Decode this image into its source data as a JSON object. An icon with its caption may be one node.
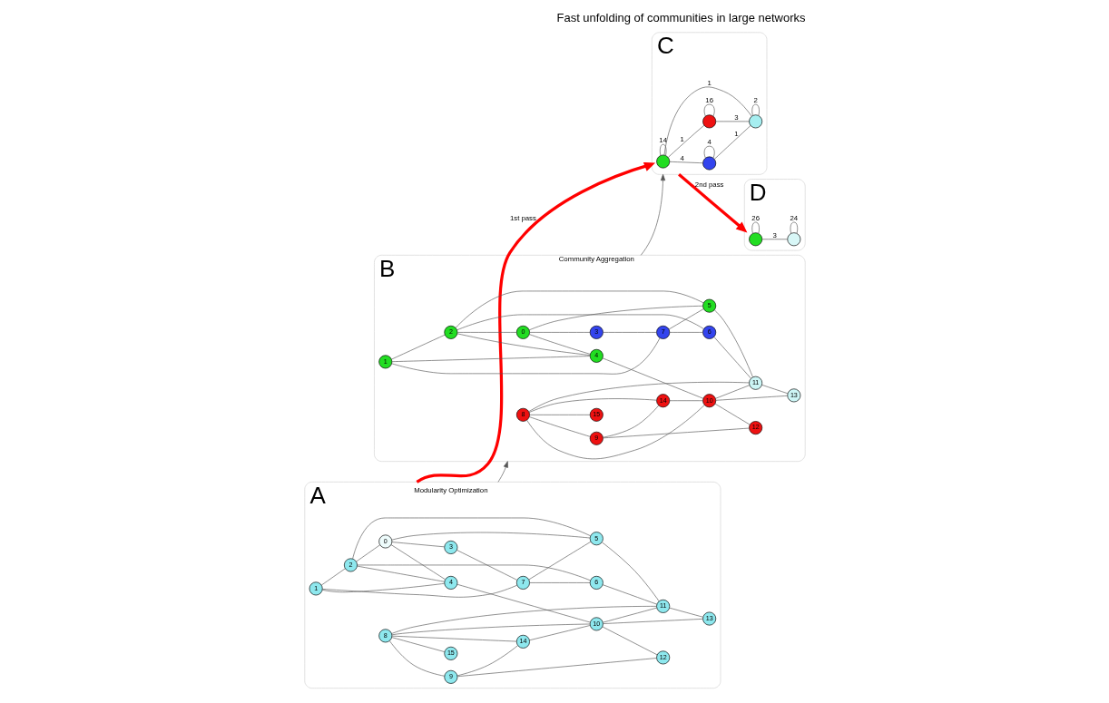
{
  "diagram": {
    "title": "Fast unfolding of communities in large networks",
    "nodes": [
      {
        "text": [
          "A"
        ]
      },
      {
        "text": [
          "0"
        ],
        "in": 0
      },
      {
        "text": [
          "1"
        ],
        "in": 0
      },
      {
        "text": [
          "2"
        ],
        "in": 0
      },
      {
        "text": [
          "3"
        ],
        "in": 0
      },
      {
        "text": [
          "4"
        ],
        "in": 0
      },
      {
        "text": [
          "5"
        ],
        "in": 0
      },
      {
        "text": [
          "6"
        ],
        "in": 0
      },
      {
        "text": [
          "7"
        ],
        "in": 0
      },
      {
        "text": [
          "8"
        ],
        "in": 0
      },
      {
        "text": [
          "9"
        ],
        "in": 0
      },
      {
        "text": [
          "10"
        ],
        "in": 0
      },
      {
        "text": [
          "11"
        ],
        "in": 0
      },
      {
        "text": [
          "12"
        ],
        "in": 0
      },
      {
        "text": [
          "13"
        ],
        "in": 0
      },
      {
        "text": [
          "14"
        ],
        "in": 0
      },
      {
        "text": [
          "15"
        ],
        "in": 0
      },
      {
        "text": [
          "B"
        ]
      },
      {
        "text": [
          "0"
        ],
        "in": 17
      },
      {
        "text": [
          "1"
        ],
        "in": 17
      },
      {
        "text": [
          "2"
        ],
        "in": 17
      },
      {
        "text": [
          "3"
        ],
        "in": 17
      },
      {
        "text": [
          "4"
        ],
        "in": 17
      },
      {
        "text": [
          "5"
        ],
        "in": 17
      },
      {
        "text": [
          "6"
        ],
        "in": 17
      },
      {
        "text": [
          "7"
        ],
        "in": 17
      },
      {
        "text": [
          "8"
        ],
        "in": 17
      },
      {
        "text": [
          "9"
        ],
        "in": 17
      },
      {
        "text": [
          "10"
        ],
        "in": 17
      },
      {
        "text": [
          "11"
        ],
        "in": 17
      },
      {
        "text": [
          "12"
        ],
        "in": 17
      },
      {
        "text": [
          "13"
        ],
        "in": 17
      },
      {
        "text": [
          "14"
        ],
        "in": 17
      },
      {
        "text": [
          "15"
        ],
        "in": 17
      },
      {
        "text": [
          "C"
        ]
      },
      {
        "text": [],
        "shape": "circle",
        "in": 34
      },
      {
        "text": [],
        "shape": "circle",
        "in": 34
      },
      {
        "text": [],
        "shape": "circle",
        "in": 34
      },
      {
        "text": [],
        "shape": "circle",
        "in": 34
      },
      {
        "text": [
          "D"
        ]
      },
      {
        "text": [],
        "shape": "circle",
        "in": 39
      },
      {
        "text": [],
        "shape": "circle",
        "in": 39
      }
    ],
    "edges": [
      {
        "from": 2,
        "to": 3,
        "arrow": "none"
      },
      {
        "from": 2,
        "to": 5,
        "arrow": "none"
      },
      {
        "from": 2,
        "to": 8,
        "arrow": "none"
      },
      {
        "from": 3,
        "to": 1,
        "arrow": "none"
      },
      {
        "from": 3,
        "to": 5,
        "arrow": "none"
      },
      {
        "from": 3,
        "to": 6,
        "arrow": "none"
      },
      {
        "from": 3,
        "to": 7,
        "arrow": "none"
      },
      {
        "from": 1,
        "to": 4,
        "arrow": "none"
      },
      {
        "from": 1,
        "to": 5,
        "arrow": "none"
      },
      {
        "from": 1,
        "to": 6,
        "arrow": "none"
      },
      {
        "from": 4,
        "to": 8,
        "arrow": "none"
      },
      {
        "from": 8,
        "to": 6,
        "arrow": "none"
      },
      {
        "from": 8,
        "to": 7,
        "arrow": "none"
      },
      {
        "from": 5,
        "to": 11,
        "arrow": "none"
      },
      {
        "from": 6,
        "to": 12,
        "arrow": "none"
      },
      {
        "from": 7,
        "to": 12,
        "arrow": "none"
      },
      {
        "from": 9,
        "to": 16,
        "arrow": "none"
      },
      {
        "from": 9,
        "to": 15,
        "arrow": "none"
      },
      {
        "from": 9,
        "to": 10,
        "arrow": "none"
      },
      {
        "from": 9,
        "to": 11,
        "arrow": "none"
      },
      {
        "from": 9,
        "to": 12,
        "arrow": "none"
      },
      {
        "from": 10,
        "to": 15,
        "arrow": "none"
      },
      {
        "from": 10,
        "to": 13,
        "arrow": "none"
      },
      {
        "from": 15,
        "to": 11,
        "arrow": "none"
      },
      {
        "from": 11,
        "to": 13,
        "arrow": "none"
      },
      {
        "from": 11,
        "to": 12,
        "arrow": "none"
      },
      {
        "from": 11,
        "to": 14,
        "arrow": "none"
      },
      {
        "from": 12,
        "to": 14,
        "arrow": "none"
      },
      {
        "from": 19,
        "to": 20,
        "arrow": "none"
      },
      {
        "from": 19,
        "to": 22,
        "arrow": "none"
      },
      {
        "from": 19,
        "to": 25,
        "arrow": "none"
      },
      {
        "from": 20,
        "to": 18,
        "arrow": "none"
      },
      {
        "from": 20,
        "to": 22,
        "arrow": "none"
      },
      {
        "from": 20,
        "to": 23,
        "arrow": "none"
      },
      {
        "from": 20,
        "to": 24,
        "arrow": "none"
      },
      {
        "from": 18,
        "to": 21,
        "arrow": "none"
      },
      {
        "from": 18,
        "to": 22,
        "arrow": "none"
      },
      {
        "from": 18,
        "to": 23,
        "arrow": "none"
      },
      {
        "from": 21,
        "to": 25,
        "arrow": "none"
      },
      {
        "from": 25,
        "to": 23,
        "arrow": "none"
      },
      {
        "from": 25,
        "to": 24,
        "arrow": "none"
      },
      {
        "from": 22,
        "to": 28,
        "arrow": "none"
      },
      {
        "from": 23,
        "to": 29,
        "arrow": "none"
      },
      {
        "from": 24,
        "to": 29,
        "arrow": "none"
      },
      {
        "from": 26,
        "to": 33,
        "arrow": "none"
      },
      {
        "from": 26,
        "to": 32,
        "arrow": "none"
      },
      {
        "from": 26,
        "to": 27,
        "arrow": "none"
      },
      {
        "from": 26,
        "to": 28,
        "arrow": "none"
      },
      {
        "from": 26,
        "to": 29,
        "arrow": "none"
      },
      {
        "from": 27,
        "to": 32,
        "arrow": "none"
      },
      {
        "from": 27,
        "to": 30,
        "arrow": "none"
      },
      {
        "from": 32,
        "to": 28,
        "arrow": "none"
      },
      {
        "from": 28,
        "to": 30,
        "arrow": "none"
      },
      {
        "from": 28,
        "to": 29,
        "arrow": "none"
      },
      {
        "from": 28,
        "to": 31,
        "arrow": "none"
      },
      {
        "from": 29,
        "to": 31,
        "arrow": "none"
      },
      {
        "from": 35,
        "to": 35,
        "arrow": "none",
        "label": "14"
      },
      {
        "from": 36,
        "to": 36,
        "arrow": "none",
        "label": "4"
      },
      {
        "from": 35,
        "to": 36,
        "arrow": "none",
        "label": "4"
      },
      {
        "from": 35,
        "to": 37,
        "arrow": "none",
        "label": "1"
      },
      {
        "from": 35,
        "to": 38,
        "arrow": "none",
        "label": "1"
      },
      {
        "from": 36,
        "to": 38,
        "arrow": "none",
        "label": "1"
      },
      {
        "from": 37,
        "to": 38,
        "arrow": "none",
        "label": "3"
      },
      {
        "from": 37,
        "to": 37,
        "arrow": "none",
        "label": "16"
      },
      {
        "from": 38,
        "to": 38,
        "arrow": "none",
        "label": "2"
      },
      {
        "from": 40,
        "to": 40,
        "arrow": "none",
        "label": "26"
      },
      {
        "from": 40,
        "to": 41,
        "arrow": "none",
        "label": "3"
      },
      {
        "from": 41,
        "to": 41,
        "arrow": "none",
        "label": "24"
      },
      {
        "from": 0,
        "to": 17,
        "arrow": "to",
        "label": "Modularity Optimization"
      },
      {
        "from": 17,
        "to": 34,
        "arrow": "to",
        "label": "Community Aggregation"
      },
      {
        "from": 0,
        "to": 34,
        "arrow": "to",
        "label": "1st pass",
        "style": "thick",
        "color": "#ff0000"
      },
      {
        "from": 34,
        "to": 39,
        "arrow": "to",
        "label": "2nd pass",
        "style": "thick",
        "color": "#ff0000"
      }
    ]
  }
}
